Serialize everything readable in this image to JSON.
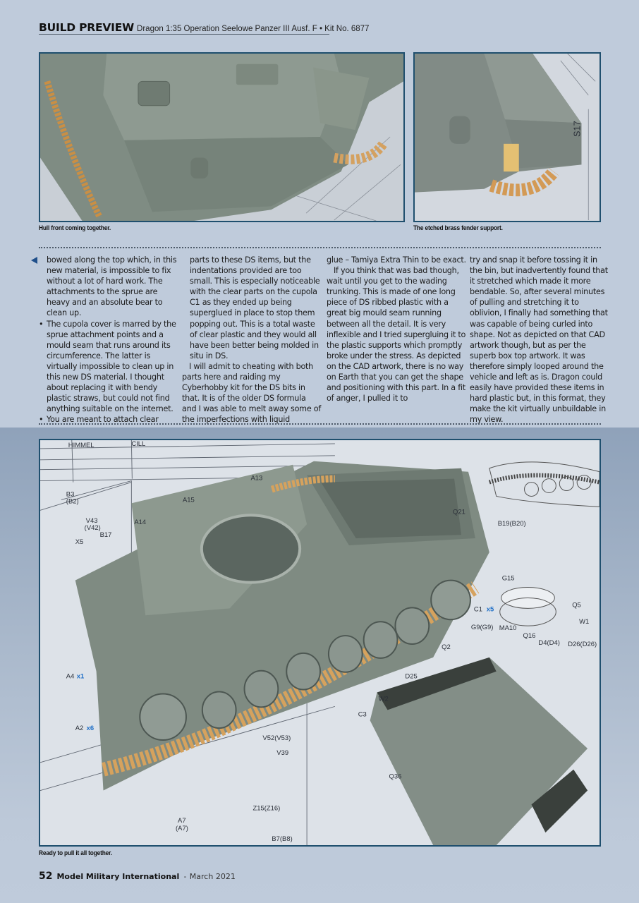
{
  "header": {
    "kicker": "BUILD PREVIEW",
    "subtitle": "Dragon 1:35 Operation Seelowe Panzer III Ausf. F • Kit No. 6877"
  },
  "photos": {
    "top_left": {
      "caption": "Hull front coming together.",
      "description": "Grey Panzer III hull front with orange tracks on instruction sheet"
    },
    "top_right": {
      "caption": "The etched brass fender support.",
      "description": "Close-up of fender with brass support",
      "label": "S17"
    },
    "bottom": {
      "caption": "Ready to pull it all together.",
      "description": "Assembled lower hull with tracks and road wheels on instruction sheet, engine deck beside",
      "labels": [
        "HIMMEL",
        "CILL",
        "B3",
        "(B2)",
        "V43",
        "(V42)",
        "B17",
        "X5",
        "A15",
        "A14",
        "A13",
        "Q21",
        "B19(B20)",
        "G15",
        "C1",
        "x5",
        "Q5",
        "W1",
        "G9(G9)",
        "MA10",
        "Q16",
        "D4(D4)",
        "D26(D26)",
        "Q2",
        "D25",
        "W2",
        "C3",
        "Q36",
        "A4",
        "x1",
        "A2",
        "x6",
        "V52(V53)",
        "V39",
        "Z15(Z16)",
        "A7",
        "(A7)",
        "B7(B8)"
      ]
    }
  },
  "article": {
    "col1": {
      "lead": "bowed along the top which, in this new material, is impossible to fix without a lot of hard work. The attachments to the sprue are heavy and an absolute bear to clean up.",
      "bullet1": "The cupola cover is marred by the sprue attachment points and a mould seam that runs around its circumference. The latter is virtually impossible to clean up in this new DS material. I thought about replacing it with bendy plastic straws, but could not find anything suitable on the internet.",
      "bullet2": "You are meant to attach clear"
    },
    "col2": {
      "cont": "parts to these DS items, but the indentations provided are too small. This is especially noticeable with the clear parts on the cupola C1 as they ended up being superglued in place to stop them popping out. This is a total waste of clear plastic and they would all have been better being molded in situ in DS.",
      "para": "I will admit to cheating with both parts here and raiding my Cyberhobby kit for the DS bits in that. It is of the older DS formula and I was able to melt away some of the imperfections with liquid"
    },
    "col3": {
      "cont": "glue – Tamiya Extra Thin to be exact.",
      "para": "If you think that was bad though, wait until you get to the wading trunking. This is made of one long piece of DS ribbed plastic with a great big mould seam running between all the detail. It is very inflexible and I tried supergluing it to the plastic supports which promptly broke under the stress. As depicted on the CAD artwork, there is no way on Earth that you can get the shape and positioning with this part. In a fit of anger, I pulled it to"
    },
    "col4": {
      "cont": "try and snap it before tossing it in the bin, but inadvertently found that it stretched which made it more bendable. So, after several minutes of pulling and stretching it to oblivion, I finally had something that was capable of being curled into shape. Not as depicted on that CAD artwork though, but as per the superb box top artwork. It was therefore simply looped around the vehicle and left as is. Dragon could easily have provided these items in hard plastic but, in this format, they make the kit virtually unbuildable in my view."
    }
  },
  "footer": {
    "page_number": "52",
    "magazine": "Model Military International",
    "separator": "-",
    "issue": "March 2021"
  },
  "colors": {
    "page_bg": "#bfcbdb",
    "band_top": "#8fa2ba",
    "frame": "#1f4f6e",
    "arrow": "#1f4f8a",
    "model_grey": "#8a968d",
    "track_orange": "#d9a35c"
  }
}
